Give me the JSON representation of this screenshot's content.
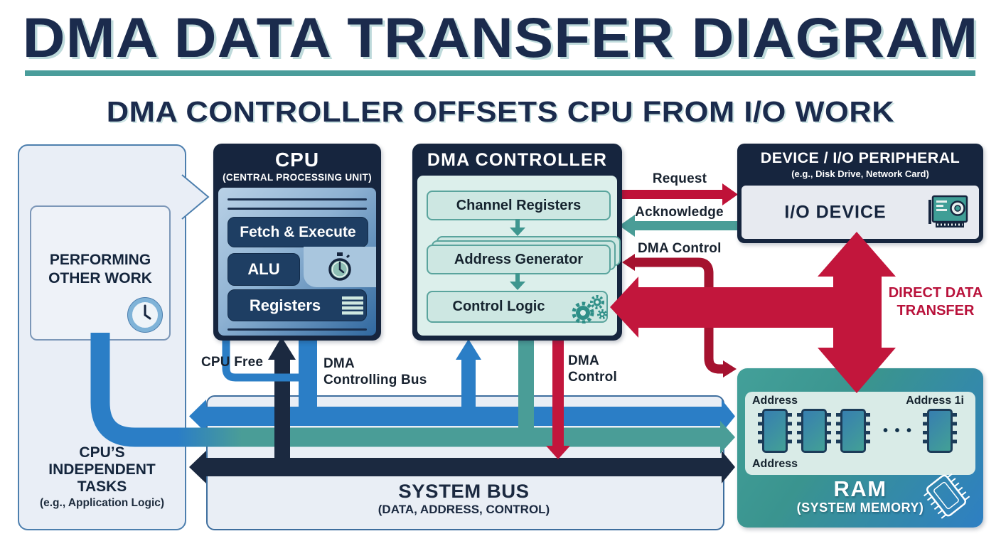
{
  "header": {
    "title": "DMA DATA TRANSFER DIAGRAM",
    "subtitle": "DMA CONTROLLER OFFSETS CPU FROM I/O WORK"
  },
  "left_panel": {
    "performing": "PERFORMING OTHER WORK",
    "tasks": "CPU’S INDEPENDENT TASKS",
    "tasks_note": "(e.g., Application Logic)"
  },
  "cpu": {
    "title": "CPU",
    "subtitle": "(CENTRAL PROCESSING UNIT)",
    "fetch_execute": "Fetch & Execute",
    "alu": "ALU",
    "registers": "Registers"
  },
  "dma": {
    "title": "DMA CONTROLLER",
    "channel_registers": "Channel Registers",
    "address_generator": "Address Generator",
    "control_logic": "Control Logic"
  },
  "device": {
    "title": "DEVICE / I/O PERIPHERAL",
    "subtitle": "(e.g., Disk Drive, Network Card)",
    "label": "I/O DEVICE"
  },
  "ram": {
    "title": "RAM",
    "subtitle": "(SYSTEM MEMORY)",
    "address_top_left": "Address",
    "address_top_right": "Address 1i",
    "address_bottom_left": "Address",
    "dots": "• • •"
  },
  "system_bus": {
    "title": "SYSTEM BUS",
    "subtitle": "(DATA, ADDRESS, CONTROL)"
  },
  "labels": {
    "request": "Request",
    "acknowledge": "Acknowledge",
    "dma_control_upper": "DMA Control",
    "cpu_free": "CPU Free",
    "dma_controlling_bus_l1": "DMA",
    "dma_controlling_bus_l2": "Controlling Bus",
    "dma_control_lower_l1": "DMA",
    "dma_control_lower_l2": "Control",
    "direct_data_l1": "DIRECT DATA",
    "direct_data_l2": "TRANSFER"
  },
  "colors": {
    "navy": "#16253e",
    "bus_navy": "#1b2940",
    "blue": "#2b7ec6",
    "teal": "#4a9d97",
    "crimson": "#c2163c",
    "request_red": "#bf1238",
    "dark_red": "#a5122f",
    "mint": "#dcefeb",
    "panel": "#e9eef6"
  }
}
